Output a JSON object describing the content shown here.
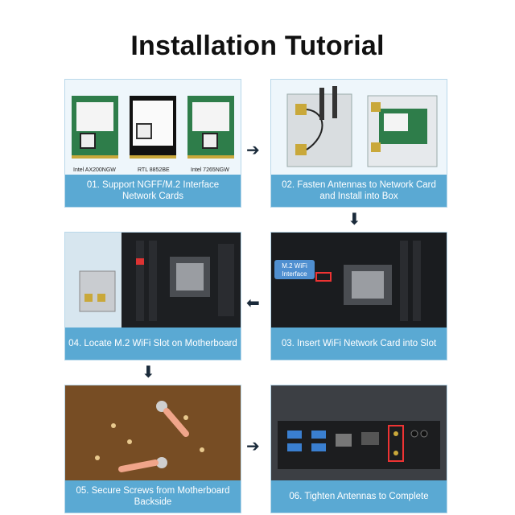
{
  "title": "Installation Tutorial",
  "steps": [
    {
      "caption_line1": "01. Support NGFF/M.2 Interface",
      "caption_line2": "Network Cards"
    },
    {
      "caption_line1": "02. Fasten Antennas to Network Card",
      "caption_line2": "and Install into Box"
    },
    {
      "caption_line1": "03. Insert WiFi Network Card into Slot",
      "caption_line2": ""
    },
    {
      "caption_line1": "04. Locate M.2 WiFi Slot on Motherboard",
      "caption_line2": ""
    },
    {
      "caption_line1": "05. Secure Screws from Motherboard",
      "caption_line2": "Backside"
    },
    {
      "caption_line1": "06. Tighten Antennas to Complete",
      "caption_line2": ""
    }
  ],
  "cards": [
    {
      "label": "Intel AX200NGW"
    },
    {
      "label": "RTL 8852BE"
    },
    {
      "label": "Intel 7265NGW"
    }
  ],
  "slot_callout": {
    "line1": "M.2 WiFi",
    "line2": "Interface"
  },
  "arrows": {
    "right": "➔",
    "left": "⬅",
    "down": "⬇"
  },
  "colors": {
    "caption_bg": "#5aa9d3",
    "panel_bg": "#d8ecf7",
    "pcb_green": "#1f6b3a",
    "arrow": "#1a2a3a"
  }
}
